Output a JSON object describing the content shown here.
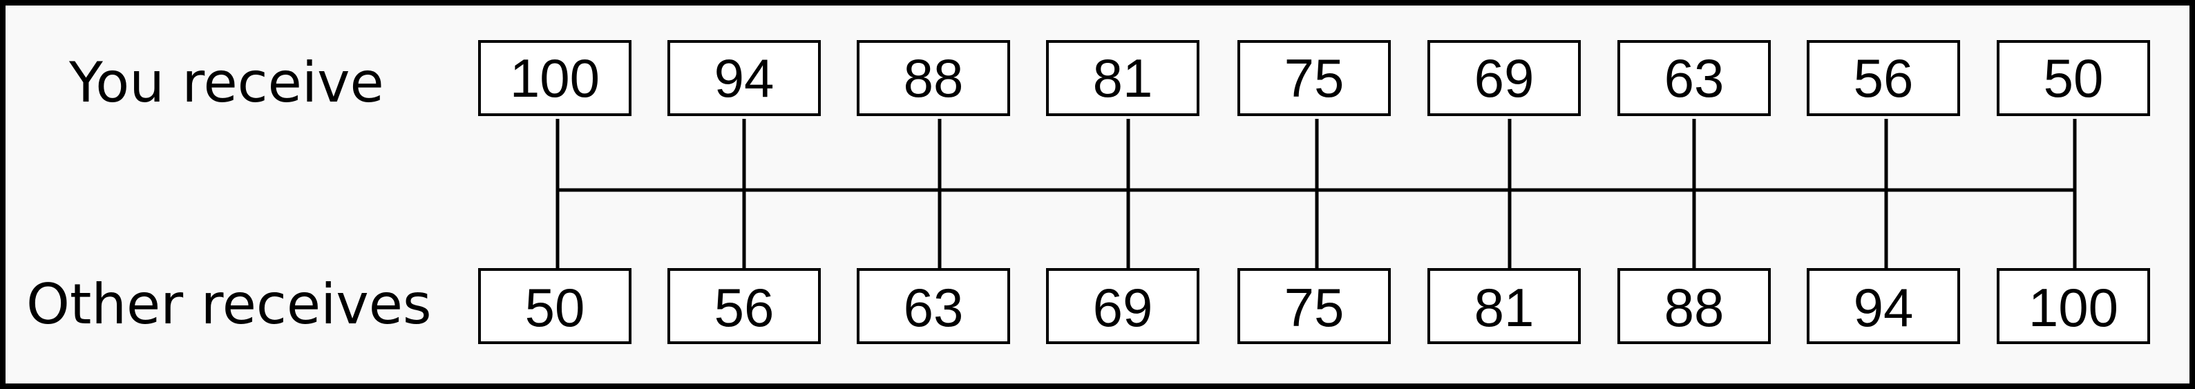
{
  "labels": {
    "you": "You receive",
    "other": "Other receives"
  },
  "you_receive": [
    "100",
    "94",
    "88",
    "81",
    "75",
    "69",
    "63",
    "56",
    "50"
  ],
  "other_receives": [
    "50",
    "56",
    "63",
    "69",
    "75",
    "81",
    "88",
    "94",
    "100"
  ],
  "colors": {
    "panel_background": "#f9f9f9",
    "border": "#000000",
    "box_fill": "#ffffff",
    "text": "#000000"
  }
}
